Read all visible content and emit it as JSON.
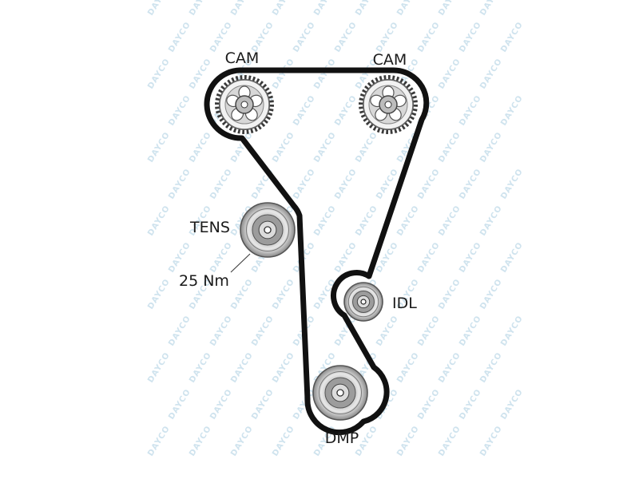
{
  "labels": {
    "cam_left": "CAM",
    "cam_right": "CAM",
    "tensioner": "TENS",
    "torque": "25 Nm",
    "idler": "IDL",
    "damper": "DMP"
  },
  "watermark": {
    "text": "DAYCO"
  },
  "colors": {
    "belt": "#111111",
    "pulley_rim": "#555555",
    "pulley_light": "#ececec",
    "pulley_mid": "#a9a9a9",
    "watermark": "#cfe3ee"
  },
  "icons": {
    "cam_left": "cam-sprocket-icon",
    "cam_right": "cam-sprocket-icon",
    "tensioner": "tensioner-pulley-icon",
    "idler": "idler-pulley-icon",
    "damper": "damper-pulley-icon"
  }
}
